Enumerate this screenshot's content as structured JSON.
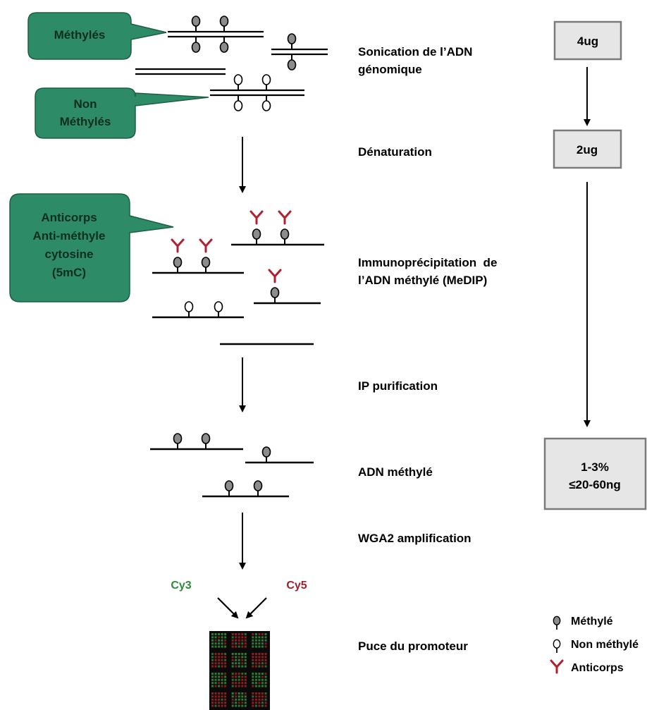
{
  "callouts": {
    "methylated": "Méthylés",
    "unmethylated_line1": "Non",
    "unmethylated_line2": "Méthylés",
    "antibody_line1": "Anticorps",
    "antibody_line2": "Anti-méthyle",
    "antibody_line3": "cytosine",
    "antibody_line4": "(5mC)"
  },
  "steps": {
    "sonication_line1": "Sonication de l’ADN",
    "sonication_line2": "génomique",
    "denaturation": "Dénaturation",
    "ip_line1": "Immunoprécipitation  de",
    "ip_line2": "l’ADN méthylé (MeDIP)",
    "purification": "IP purification",
    "methylated_dna": "ADN méthylé",
    "amplification": "WGA2 amplification",
    "chip": "Puce du promoteur"
  },
  "quantities": {
    "q1": "4ug",
    "q2": "2ug",
    "q3_line1": "1-3%",
    "q3_line2": "≤20-60ng"
  },
  "dyes": {
    "cy3": "Cy3",
    "cy5": "Cy5",
    "cy3_color": "#2e8b3a",
    "cy5_color": "#a02030"
  },
  "legend": {
    "methylated": "Méthylé",
    "unmethylated": "Non méthylé",
    "antibody": "Anticorps"
  },
  "colors": {
    "callout_fill": "#2e8b67",
    "callout_stroke": "#1d5e45",
    "methyl_fill": "#8c8c8c",
    "antibody": "#b0202e",
    "box_fill": "#e6e6e6",
    "box_stroke": "#7a7a7a"
  }
}
